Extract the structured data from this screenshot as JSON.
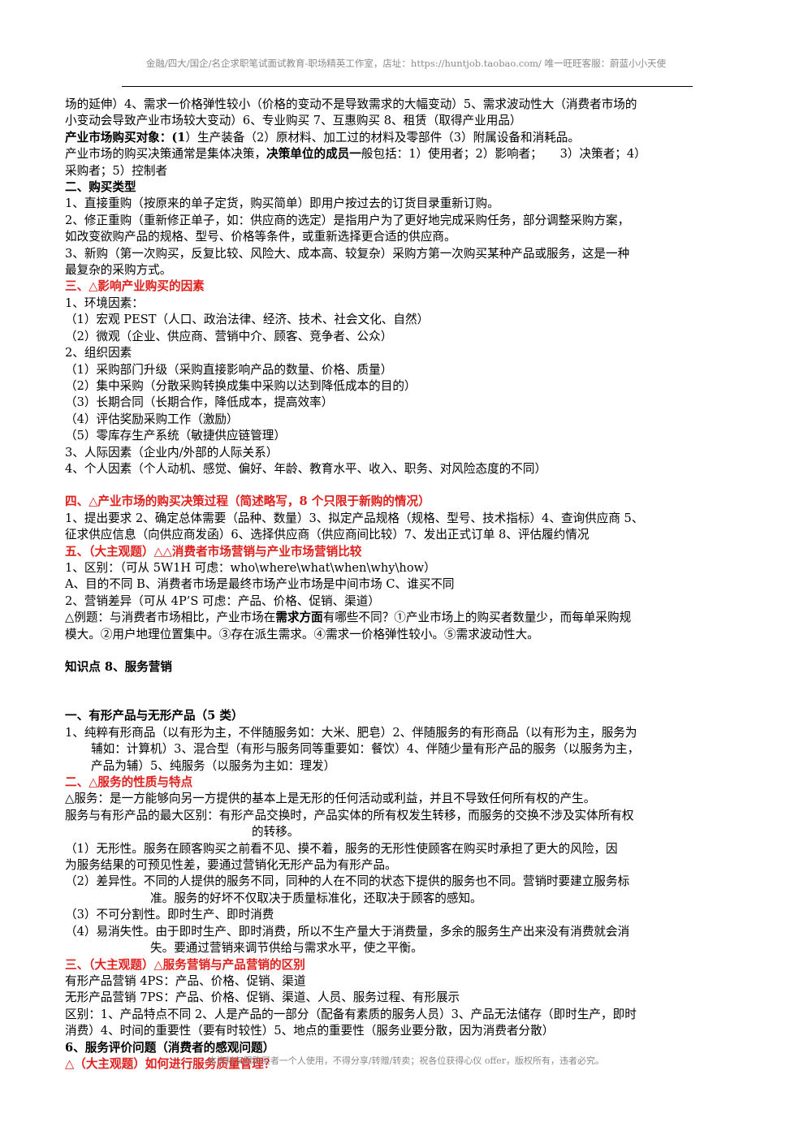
{
  "header": "金融/四大/国企/名企求职笔试面试教育-职场精英工作室，店址：https://huntjob.taobao.com/ 唯一旺旺客服：蔚蓝小小天使",
  "footer": "本资料仅限购买者一个人使用，不得分享/转赠/转卖；祝各位获得心仪 offer，版权所有，违者必究。",
  "lines": {
    "l1": "场的延伸）4、需求一价格弹性较小（价格的变动不是导致需求的大幅变动）5、需求波动性大（消费者市场的",
    "l2": "小变动会导致产业市场较大变动）6、专业购买 7、互惠购买 8、租赁（取得产业用品）",
    "l3_b": "产业市场购买对象：",
    "l3_bnum": "(1",
    "l3_r": "）生产装备（2）原材料、加工过的材料及零部件（3）附属设备和消耗品。",
    "l4_a": "产业市场的购买决策通常是集体决策，",
    "l4_b": "决策单位的成员一",
    "l4_c": "般包括：1）使用者；2）影响者；　　3）决策者；4）",
    "l5": "采购者；5）控制者",
    "h2": "二、购买类型",
    "p2_1": "1、直接重购（按原来的单子定货，购买简单）即用户按过去的订货目录重新订购。",
    "p2_2a": "2、修正重购（重新修正单子，如：供应商的选定）是指用户为了更好地完成采购任务，部分调整采购方案，",
    "p2_2b": "如改变欲购产品的规格、型号、价格等条件，或重新选择更合适的供应商。",
    "p2_3a": "3、新购（第一次购买，反复比较、风险大、成本高、较复杂）采购方第一次购买某种产品或服务，这是一种",
    "p2_3b": "最复杂的采购方式。",
    "h3": "三、△影响产业购买的因素",
    "p3_1": "1、环境因素：",
    "p3_1a": "（1）宏观 PEST（人口、政治法律、经济、技术、社会文化、自然）",
    "p3_1b": "（2）微观（企业、供应商、营销中介、顾客、竞争者、公众）",
    "p3_2": "2、组织因素",
    "p3_2a": "（1）采购部门升级（采购直接影响产品的数量、价格、质量）",
    "p3_2b": "（2）集中采购（分散采购转换成集中采购以达到降低成本的目的）",
    "p3_2c": "（3）长期合同（长期合作，降低成本，提高效率）",
    "p3_2d": "（4）评估奖励采购工作（激励）",
    "p3_2e": "（5）零库存生产系统（敏捷供应链管理）",
    "p3_3": "3、人际因素（企业内/外部的人际关系）",
    "p3_4": "4、个人因素（个人动机、感觉、偏好、年龄、教育水平、收入、职务、对风险态度的不同）",
    "h4": "四、△产业市场的购买决策过程（简述略写，8 个只限于新购的情况）",
    "p4_a": "1、提出要求 2、确定总体需要（品种、数量）3、拟定产品规格（规格、型号、技术指标）4、查询供应商 5、",
    "p4_b": "征求供应信息（向供应商发函）6、选择供应商（供应商间比较）7、发出正式订单 8、评估履约情况",
    "h5": "五、（大主观题）△△消费者市场营销与产业市场营销比较",
    "p5_1": "1、区别：（可从 5W1H 可虑：who\\where\\what\\when\\why\\how）",
    "p5_2": "A、目的不同 B、消费者市场是最终市场产业市场是中间市场 C、谁买不同",
    "p5_3": "2、营销差异（可从 4P’S 可虑：产品、价格、促销、渠道）",
    "p5_4a": "△例题：与消费者市场相比，产业市场在",
    "p5_4b": "需求方面",
    "p5_4c": "有哪些不同？①产业市场上的购买者数量少，而每单采购规",
    "p5_5": "模大。②用户地理位置集中。③存在派生需求。④需求一价格弹性较小。⑤需求波动性大。",
    "k8": "知识点 8、服务营销",
    "s1": "一、有形产品与无形产品（5 类）",
    "s1_a": "1、纯粹有形商品（以有形为主，不伴随服务如：大米、肥皂）2、伴随服务的有形商品（以有形为主，服务为",
    "s1_b": "辅如：计算机）3、混合型（有形与服务同等重要如：餐饮）4、伴随少量有形产品的服务（以服务为主，",
    "s1_c": "产品为辅）5、纯服务（以服务为主如：理发）",
    "s2": "二、△服务的性质与特点",
    "s2_a": "△服务：是一方能够向另一方提供的基本上是无形的任何活动或利益，并且不导致任何所有权的产生。",
    "s2_b": "服务与有形产品的最大区别：有形产品交换时，产品实体的所有权发生转移，而服务的交换不涉及实体所有权",
    "s2_c": "的转移。",
    "s2_d": "（1）无形性。服务在顾客购买之前看不见、摸不着，服务的无形性使顾客在购买时承担了更大的风险，因",
    "s2_e": "为服务结果的可预见性差，要通过营销化无形产品为有形产品。",
    "s2_f": "（2）差异性。不同的人提供的服务不同，同种的人在不同的状态下提供的服务也不同。营销时要建立服务标",
    "s2_g": "准。服务的好坏不仅取决于质量标准化，还取决于顾客的感知。",
    "s2_h": "（3）不可分割性。即时生产、即时消费",
    "s2_i": "（4）易消失性。由于即时生产、即时消费，所以不生产量大于消费量，多余的服务生产出来没有消费就会消",
    "s2_j": "失。要通过营销来调节供给与需求水平，使之平衡。",
    "s3": "三、（大主观题）△服务营销与产品营销的区别",
    "s3_a": "有形产品营销 4PS：产品、价格、促销、渠道",
    "s3_b": "无形产品营销 7PS：产品、价格、促销、渠道、人员、服务过程、有形展示",
    "s3_c": "区别：1、产品特点不同 2、人是产品的一部分（配备有素质的服务人员）3、产品无法储存（即时生产，即时",
    "s3_d": "消费）4、时间的重要性（要有时较性）5、地点的重要性（服务业要分散，因为消费者分散）",
    "s6": "6、服务评价问题（消费者的感观问题）",
    "s7": "△（大主观题）如何进行服务质量管理？"
  }
}
